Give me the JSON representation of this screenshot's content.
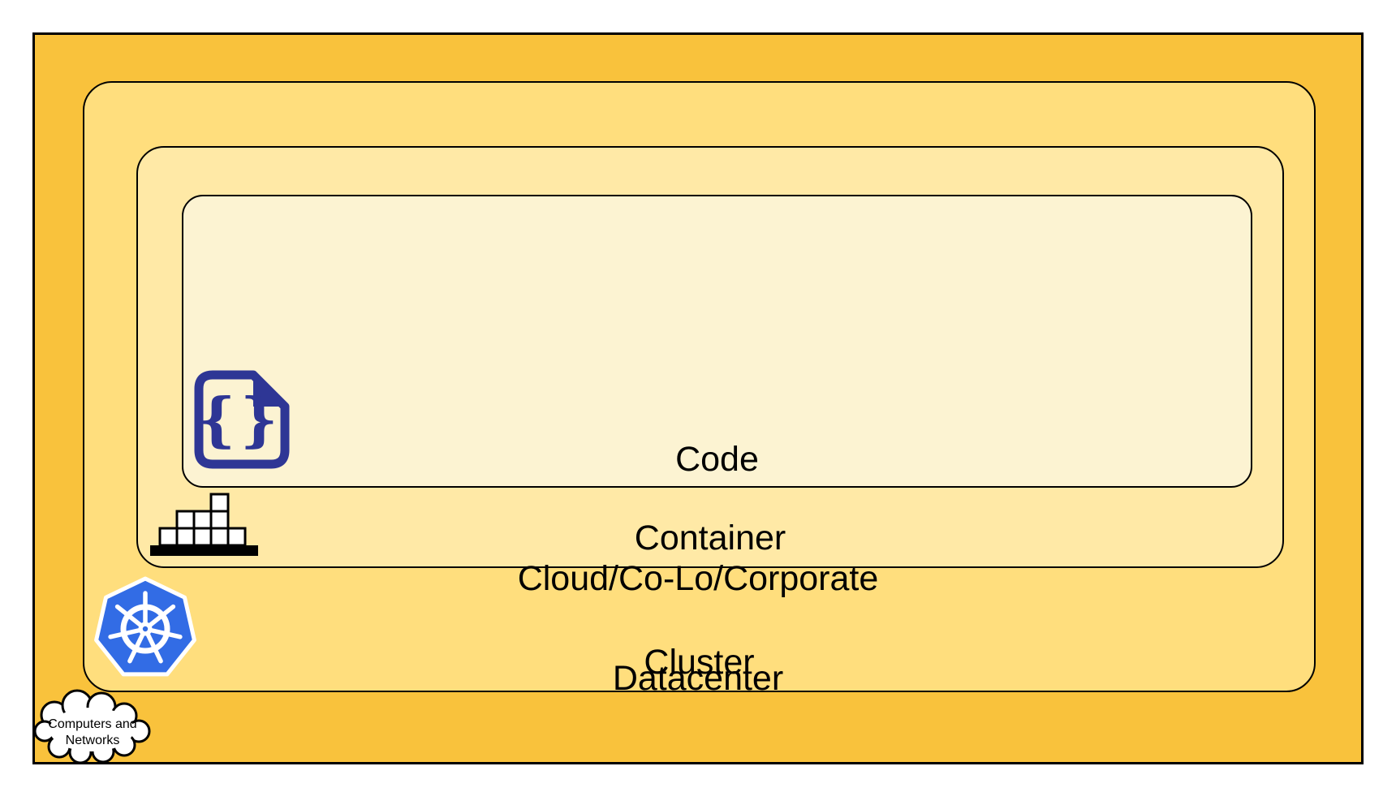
{
  "diagram": {
    "layers": {
      "code": {
        "label": "Code"
      },
      "container": {
        "label": "Container"
      },
      "cluster": {
        "label": "Cluster"
      },
      "datacenter": {
        "label_line1": "Cloud/Co-Lo/Corporate",
        "label_line2": "Datacenter"
      }
    },
    "cloud_callout": {
      "line1": "Computers and",
      "line2": "Networks"
    },
    "icons": {
      "code_icon": "code-file-icon",
      "container_icon": "container-stack-icon",
      "cluster_icon": "kubernetes-icon",
      "datacenter_icon": "cloud-icon",
      "code_glyph": "{}"
    },
    "colors": {
      "datacenter_fill": "#F9C23C",
      "cluster_fill": "#FFDE7D",
      "container_fill": "#FFE9A6",
      "code_fill": "#FCF3D2",
      "outline": "#000000",
      "code_icon_navy": "#2E3695",
      "kubernetes_blue": "#326CE5",
      "icon_white": "#FFFFFF",
      "icon_black": "#000000"
    }
  }
}
